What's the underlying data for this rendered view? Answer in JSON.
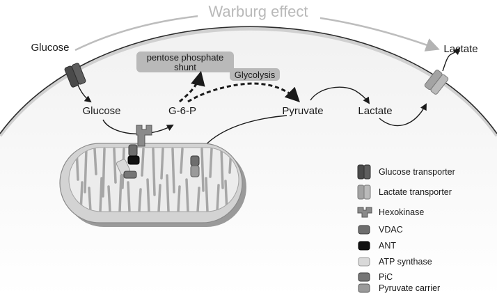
{
  "title": "Warburg effect",
  "labels": {
    "glucose_outside": "Glucose",
    "lactate_outside": "Lactate",
    "glucose_inside": "Glucose",
    "g6p": "G-6-P",
    "pyruvate": "Pyruvate",
    "lactate_inside": "Lactate",
    "pentose_line1": "pentose phosphate",
    "pentose_line2": "shunt",
    "glycolysis": "Glycolysis"
  },
  "legend": [
    {
      "label": "Glucose transporter",
      "icon": "glucose-transporter-icon",
      "color": "#555555"
    },
    {
      "label": "Lactate transporter",
      "icon": "lactate-transporter-icon",
      "color": "#a8a8a8"
    },
    {
      "label": "Hexokinase",
      "icon": "hexokinase-icon",
      "color": "#8a8a8a"
    },
    {
      "label": "VDAC",
      "icon": "vdac-icon",
      "color": "#6e6e6e"
    },
    {
      "label": "ANT",
      "icon": "ant-icon",
      "color": "#111111"
    },
    {
      "label": "ATP synthase",
      "icon": "atp-synthase-icon",
      "color": "#d6d6d6"
    },
    {
      "label": "PiC",
      "icon": "pic-icon",
      "color": "#767676"
    },
    {
      "label": "Pyruvate carrier",
      "icon": "pyruvate-carrier-icon",
      "color": "#9a9a9a"
    }
  ]
}
